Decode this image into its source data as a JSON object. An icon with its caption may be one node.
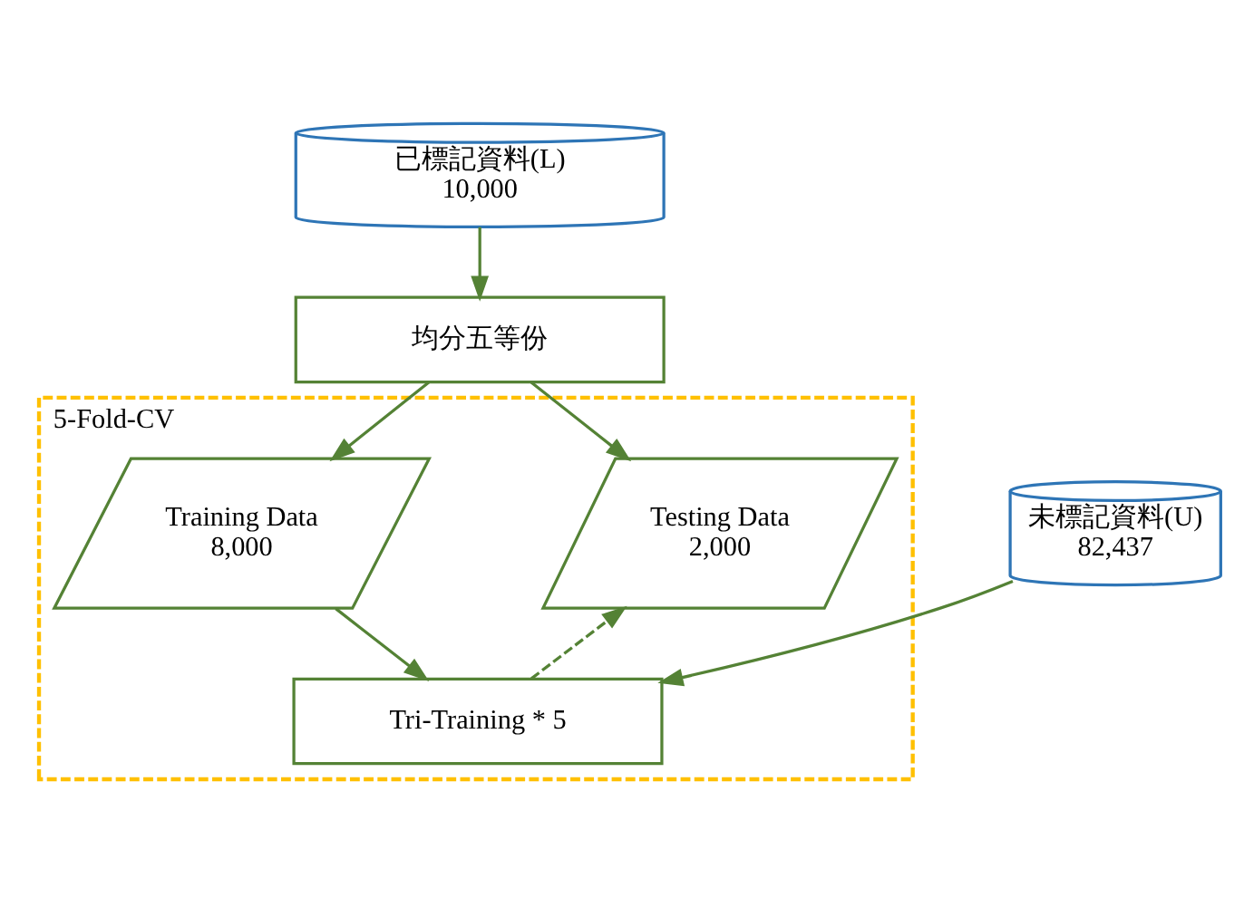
{
  "diagram": {
    "nodes": [
      {
        "text": [
          "已標記資料(L)",
          "10,000"
        ]
      },
      {
        "text": [
          "均分五等份"
        ]
      },
      {
        "text": [
          "5-Fold-CV"
        ]
      },
      {
        "text": [
          "Testing Data",
          "2,000"
        ],
        "in": 2
      },
      {
        "text": [
          "Training Data",
          "8,000"
        ],
        "in": 2
      },
      {
        "text": [
          "Tri-Training * 5"
        ],
        "in": 2
      },
      {
        "text": [
          "未標記資料(U)",
          "82,437"
        ]
      }
    ],
    "edges": [
      {
        "from": 0,
        "to": 1,
        "arrow": "to"
      },
      {
        "from": 1,
        "to": 3,
        "arrow": "to"
      },
      {
        "from": 1,
        "to": 4,
        "arrow": "to"
      },
      {
        "from": 4,
        "to": 5,
        "arrow": "to"
      },
      {
        "from": 6,
        "to": 5,
        "arrow": "to"
      },
      {
        "from": 5,
        "to": 3,
        "arrow": "to",
        "style": "dashed"
      }
    ]
  }
}
